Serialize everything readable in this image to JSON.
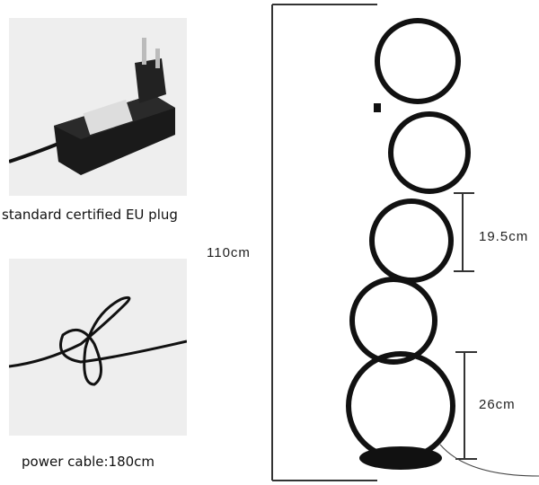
{
  "adapter_panel": {
    "caption": "standard certified EU plug"
  },
  "cable_panel": {
    "caption": "power cable:180cm"
  },
  "dimensions": {
    "total_height": "110cm",
    "ring_spacing": "19.5cm",
    "bottom_ring": "26cm"
  },
  "colors": {
    "lamp": "#111111",
    "background": "#ffffff",
    "photo_bg": "#eeeeee"
  }
}
